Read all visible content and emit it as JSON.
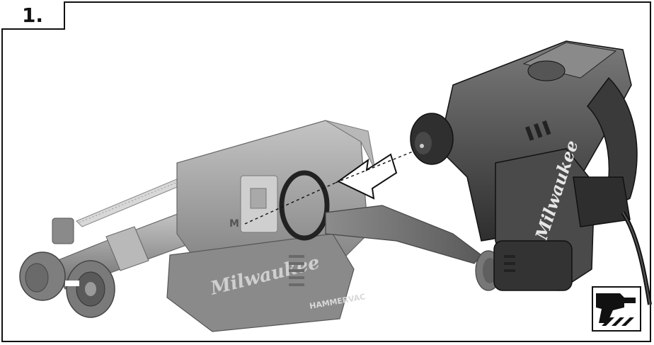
{
  "figure": {
    "step_label": "1.",
    "brand_text_drill": "Milwaukee",
    "brand_text_attachment": "Milwaukee",
    "model_text": "M12",
    "series_text": "HAMMERVAC",
    "icon": "hammer-drill-mode-icon"
  },
  "colors": {
    "outline": "#111111",
    "drill_dark": "#3a3a3a",
    "drill_mid": "#5e5e5e",
    "drill_light": "#8a8a8a",
    "attachment_body": "#9a9a9a",
    "attachment_light": "#c4c4c4",
    "attachment_dark": "#6e6e6e",
    "arrow_fill": "#ffffff"
  }
}
